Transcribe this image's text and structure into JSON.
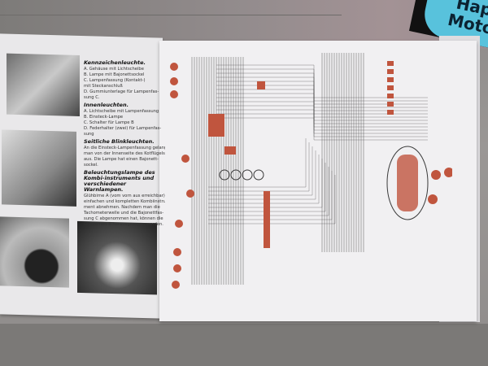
{
  "magazine": {
    "line1": "Happ",
    "line2": "Moto"
  },
  "left_page": {
    "sections": [
      {
        "title": "Kennzeichenleuchte.",
        "items": [
          "A. Gehäuse mit Lichtscheibe",
          "B. Lampe mit Bajonettsockel",
          "C. Lampenfassung (Kontakt-)",
          "mit Steckanschluß",
          "D. Gummiunterlage für Lampenfas-",
          "sung C."
        ]
      },
      {
        "title": "Innenleuchten.",
        "items": [
          "A. Lichtscheibe mit Lampenfassung",
          "B. Einsteck-Lampe",
          "C. Schalter für Lampe B",
          "D. Federhalter (zwei) für Lampenfas-",
          "sung"
        ]
      },
      {
        "title": "Seitliche Blinkleuchten.",
        "items": [
          "An die Einsteck-Lampenfassung gelangt",
          "man von der Innenseite des Kotflügels",
          "aus. Die Lampe hat einen Bajonett-",
          "sockel."
        ]
      },
      {
        "title": "Beleuchtungslampe des Kombi-instruments und verschiedener Warnlampen.",
        "items": [
          "Glühbirne A (vom vorn aus erreichbar)",
          "einfachen und kompletten Kombiinstru-",
          "ment abnehmen. Nachdem man die",
          "Tachometerwelle und die Bajonettfas-",
          "sung C abgenommen hat, können die",
          "Glühbirnen B herausgezogen werden."
        ]
      }
    ]
  },
  "colors": {
    "component": "#c0553e",
    "wire": "#3a3a3a",
    "paper": "#f1f0f2"
  }
}
